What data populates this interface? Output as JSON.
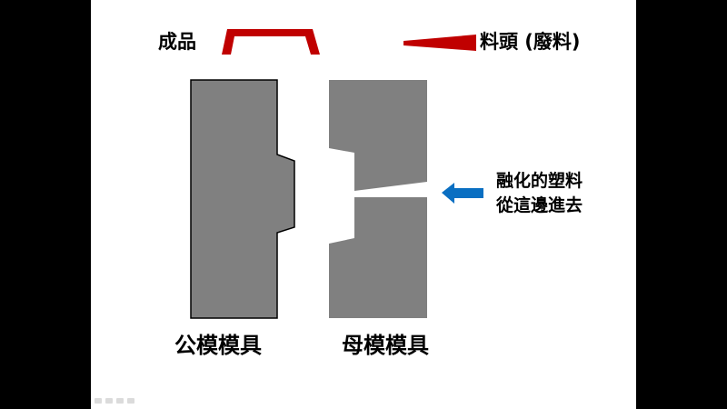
{
  "labels": {
    "product": "成品",
    "scrap": "料頭 (廢料)",
    "melt_line1": "融化的塑料",
    "melt_line2": "從這邊進去",
    "male_mold": "公模模具",
    "female_mold": "母模模具"
  },
  "colors": {
    "mold_gray": "#808080",
    "product_red": "#c00000",
    "arrow_blue": "#0a6fc2",
    "outline": "#000000"
  },
  "icons": {
    "arrow": "arrow-left-icon"
  }
}
